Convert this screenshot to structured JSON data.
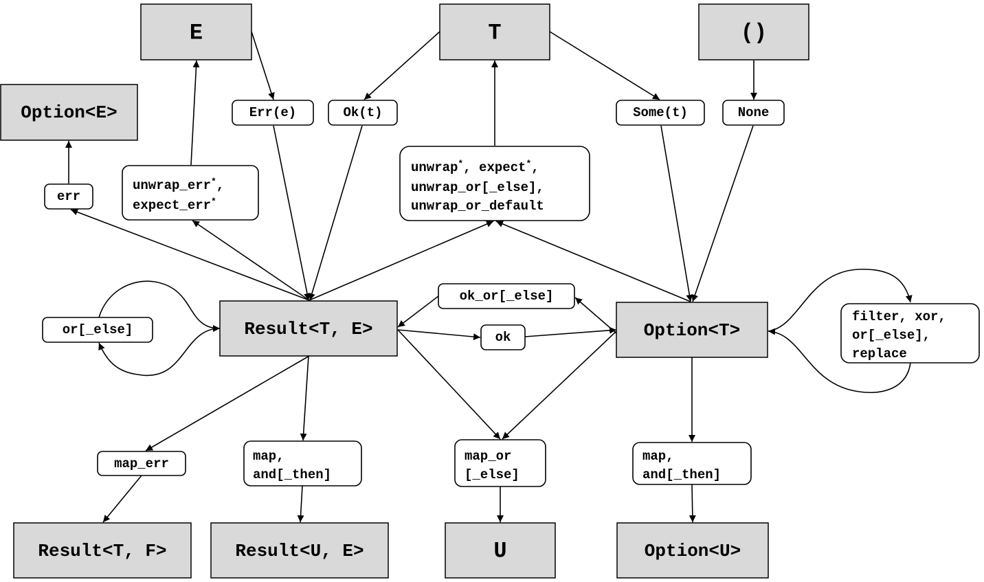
{
  "type_nodes": {
    "e": "E",
    "t": "T",
    "unit": "()",
    "option_e": "Option<E>",
    "result_te": "Result<T, E>",
    "option_t": "Option<T>",
    "result_tf": "Result<T, F>",
    "result_ue": "Result<U, E>",
    "u": "U",
    "option_u": "Option<U>"
  },
  "method_nodes": {
    "err_e": "Err(e)",
    "ok_t": "Ok(t)",
    "some_t": "Some(t)",
    "none": "None",
    "err": "err",
    "unwrap_err": {
      "line1": "unwrap_err",
      "line1_sup": "*",
      "line1_tail": ",",
      "line2": "expect_err",
      "line2_sup": "*"
    },
    "unwrap": {
      "line1a": "unwrap",
      "line1a_sup": "*",
      "line1b": ", expect",
      "line1b_sup": "*",
      "line1_tail": ",",
      "line2": "unwrap_or[_else],",
      "line3": "unwrap_or_default"
    },
    "or_else_result": "or[_else]",
    "ok_or_else": "ok_or[_else]",
    "ok": "ok",
    "filter": {
      "line1": "filter, xor,",
      "line2": "or[_else],",
      "line3": "replace"
    },
    "map_err": "map_err",
    "map_result": {
      "line1": "map,",
      "line2": "and[_then]"
    },
    "map_or": {
      "line1": "map_or",
      "line2": "[_else]"
    },
    "map_option": {
      "line1": "map,",
      "line2": "and[_then]"
    }
  }
}
